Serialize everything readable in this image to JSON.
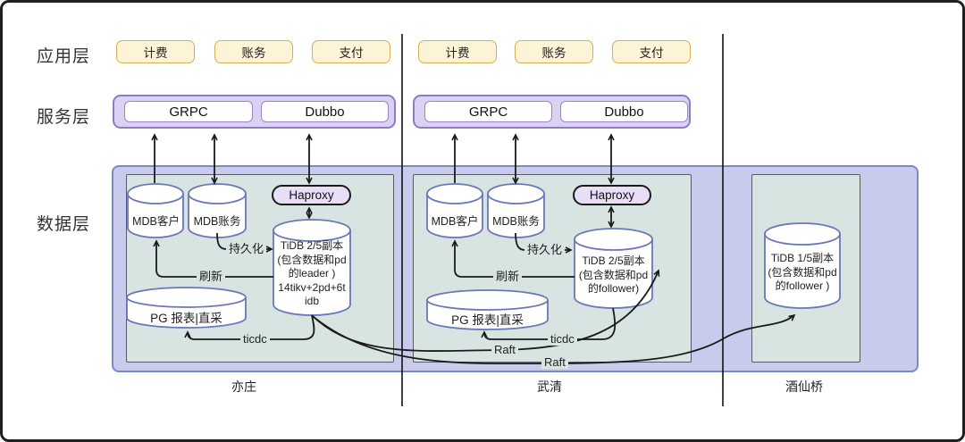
{
  "layers": {
    "app": "应用层",
    "service": "服务层",
    "data": "数据层"
  },
  "app_groups": [
    {
      "boxes": [
        "计费",
        "账务",
        "支付"
      ]
    },
    {
      "boxes": [
        "计费",
        "账务",
        "支付"
      ]
    }
  ],
  "service_groups": [
    {
      "boxes": [
        "GRPC",
        "Dubbo"
      ]
    },
    {
      "boxes": [
        "GRPC",
        "Dubbo"
      ]
    }
  ],
  "zones": [
    {
      "name": "亦庄",
      "mdb_customer": "MDB客户",
      "mdb_billing": "MDB账务",
      "haproxy": "Haproxy",
      "tidb": "TiDB 2/5副本\n(包含数据和pd\n的leader )\n14tikv+2pd+6t\nidb",
      "pg": "PG 报表|直采",
      "conn": {
        "persist": "持久化",
        "refresh": "刷新",
        "ticdc": "ticdc"
      }
    },
    {
      "name": "武清",
      "mdb_customer": "MDB客户",
      "mdb_billing": "MDB账务",
      "haproxy": "Haproxy",
      "tidb": "TiDB 2/5副本\n(包含数据和pd\n的follower)",
      "pg": "PG 报表|直采",
      "conn": {
        "persist": "持久化",
        "refresh": "刷新",
        "ticdc": "ticdc",
        "raft_upper": "Raft",
        "raft_lower": "Raft"
      }
    },
    {
      "name": "酒仙桥",
      "tidb": "TiDB 1/5副本\n(包含数据和pd\n的follower )"
    }
  ],
  "colors": {
    "app_box_fill": "#fdf3d7",
    "app_box_border": "#d3af55",
    "service_fill": "#dbd1f2",
    "service_border": "#8e7bc3",
    "data_fill": "#c9cbec",
    "data_border": "#7d88c4",
    "zone_fill": "#d7e4e2",
    "zone_border": "#5b5b5b",
    "cylinder_border": "#6b77b8",
    "haproxy_fill": "#e9def8",
    "arrow": "#1a1a1a"
  }
}
